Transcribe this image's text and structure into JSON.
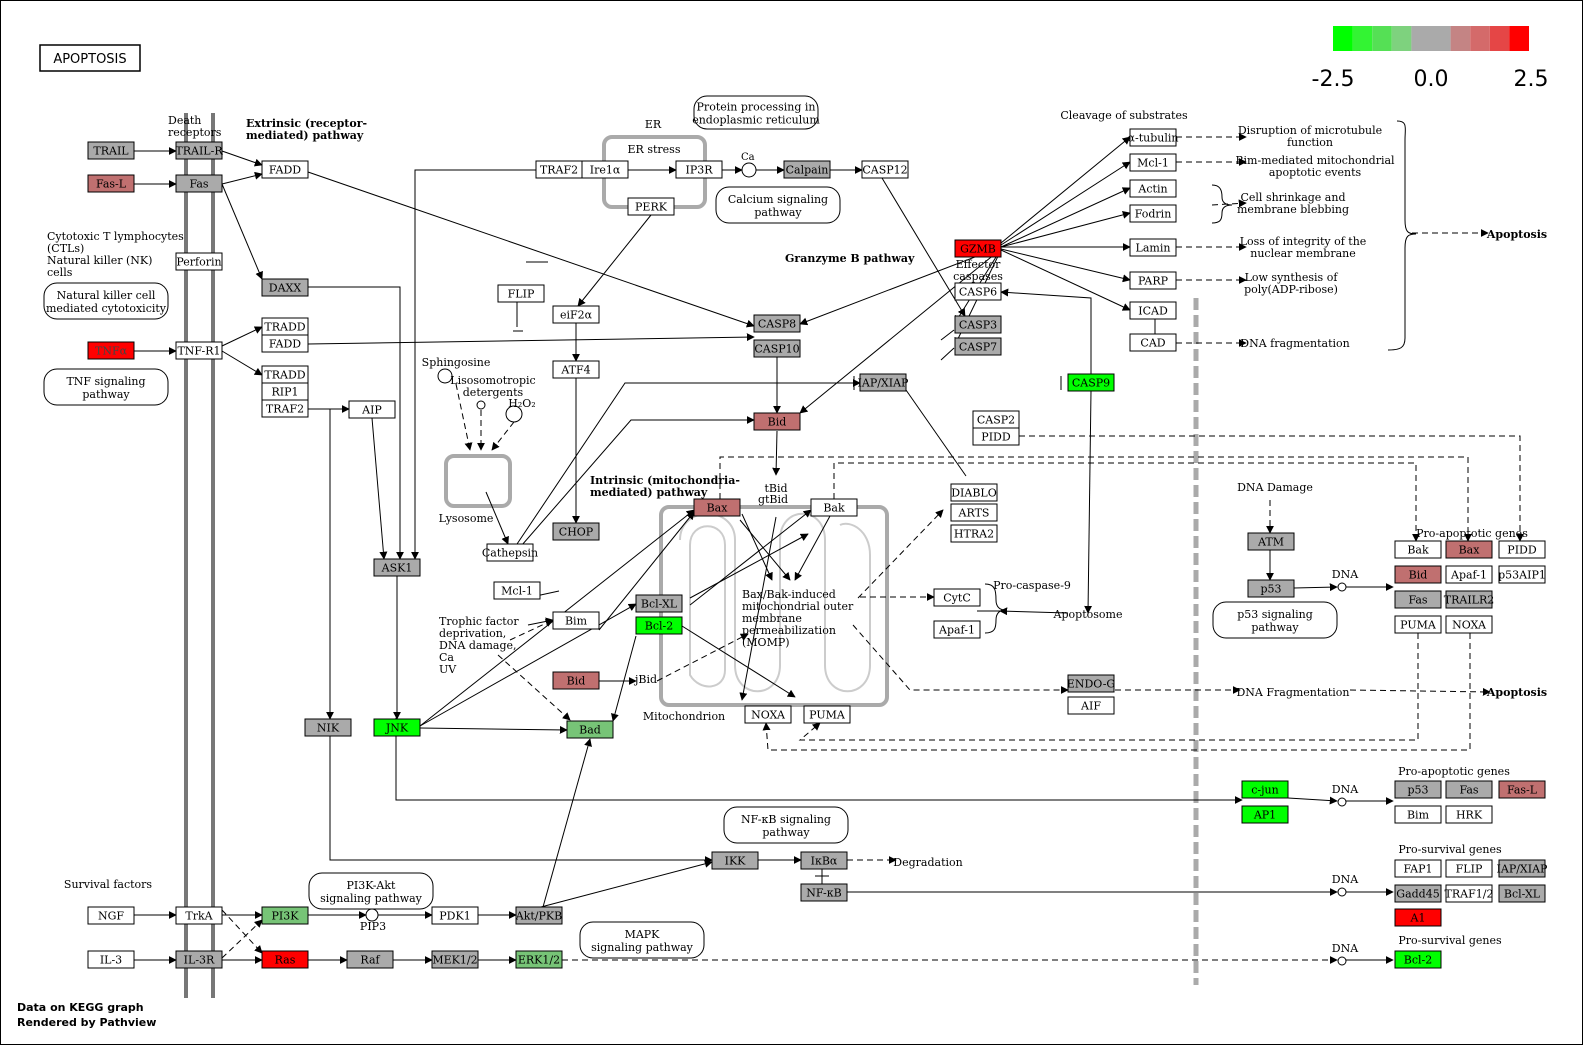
{
  "title": "APOPTOSIS",
  "legend": {
    "ticks": [
      "-2.5",
      "0.0",
      "2.5"
    ],
    "colors": [
      "#00ff00",
      "#33f433",
      "#55e055",
      "#7ed27e",
      "#aaaaaa",
      "#aaaaaa",
      "#c48484",
      "#d46a6a",
      "#e54646",
      "#ff0000"
    ]
  },
  "colors": {
    "up_strong": "#ff0000",
    "up": "#c07070",
    "down_strong": "#00ff00",
    "down": "#77c477",
    "neutral": "#aaaaaa",
    "none": "#ffffff"
  },
  "footer": {
    "line1": "Data on KEGG graph",
    "line2": "Rendered by Pathview"
  },
  "pathway_links": [
    {
      "key": "protein_processing",
      "text": [
        "Protein processing in",
        "endoplasmic reticulum"
      ]
    },
    {
      "key": "calcium",
      "text": [
        "Calcium signaling",
        "pathway"
      ]
    },
    {
      "key": "nk",
      "text": [
        "Natural killer cell",
        "mediated cytotoxicity"
      ]
    },
    {
      "key": "tnf",
      "text": [
        "TNF signaling",
        "pathway"
      ]
    },
    {
      "key": "p53sig",
      "text": [
        "p53 signaling",
        "pathway"
      ]
    },
    {
      "key": "nfkb",
      "text": [
        "NF-κB signaling",
        "pathway"
      ]
    },
    {
      "key": "pi3k",
      "text": [
        "PI3K-Akt",
        "signaling pathway"
      ]
    },
    {
      "key": "mapk",
      "text": [
        "MAPK",
        "signaling pathway"
      ]
    }
  ],
  "labels": [
    {
      "key": "death_receptors",
      "text": [
        "Death",
        "receptors"
      ]
    },
    {
      "key": "extrinsic",
      "text": [
        "Extrinsic (receptor-",
        "mediated) pathway"
      ]
    },
    {
      "key": "ctl",
      "text": [
        "Cytotoxic T lymphocytes",
        "(CTLs)"
      ]
    },
    {
      "key": "nkc",
      "text": [
        "Natural killer (NK)",
        "cells"
      ]
    },
    {
      "key": "er",
      "text": [
        "ER"
      ]
    },
    {
      "key": "er_stress",
      "text": [
        "ER stress"
      ]
    },
    {
      "key": "ca",
      "text": [
        "Ca"
      ]
    },
    {
      "key": "granzyme",
      "text": [
        "Granzyme B pathway"
      ]
    },
    {
      "key": "effector",
      "text": [
        "Effector",
        "caspases"
      ]
    },
    {
      "key": "cleavage",
      "text": [
        "Cleavage of substrates"
      ]
    },
    {
      "key": "disruption",
      "text": [
        "Disruption of microtubule",
        "function"
      ]
    },
    {
      "key": "bim_med",
      "text": [
        "Bim-mediated mitochondrial",
        "apoptotic events"
      ]
    },
    {
      "key": "shrink",
      "text": [
        "Cell shrinkage and",
        "membrane blebbing"
      ]
    },
    {
      "key": "loss",
      "text": [
        "Loss of integrity of the",
        "nuclear membrane"
      ]
    },
    {
      "key": "lowsyn",
      "text": [
        "Low synthesis of",
        "poly(ADP-ribose)"
      ]
    },
    {
      "key": "dnafrag",
      "text": [
        "DNA fragmentation"
      ]
    },
    {
      "key": "apoptosis1",
      "text": [
        "Apoptosis"
      ]
    },
    {
      "key": "sphingosine",
      "text": [
        "Sphingosine"
      ]
    },
    {
      "key": "lysoso",
      "text": [
        "Lisosomotropic",
        "detergents"
      ]
    },
    {
      "key": "h2o2",
      "text": [
        "H₂O₂"
      ]
    },
    {
      "key": "lysosome",
      "text": [
        "Lysosome"
      ]
    },
    {
      "key": "intrinsic",
      "text": [
        "Intrinsic (mitochondria-",
        "mediated) pathway"
      ]
    },
    {
      "key": "tbid",
      "text": [
        "tBid"
      ]
    },
    {
      "key": "gtbid",
      "text": [
        "gtBid"
      ]
    },
    {
      "key": "trophic",
      "text": [
        "Trophic factor",
        "deprivation,",
        "DNA damage,",
        "Ca",
        "UV"
      ]
    },
    {
      "key": "momp",
      "text": [
        "Bax/Bak-induced",
        "mitochondrial outer",
        "membrane",
        "permeabilization",
        "(MOMP)"
      ]
    },
    {
      "key": "mitochondrion",
      "text": [
        "Mitochondrion"
      ]
    },
    {
      "key": "procasp9",
      "text": [
        "Pro-caspase-9"
      ]
    },
    {
      "key": "apoptosome",
      "text": [
        "Apoptosome"
      ]
    },
    {
      "key": "dnafrag2",
      "text": [
        "DNA Fragmentation"
      ]
    },
    {
      "key": "apoptosis2",
      "text": [
        "Apoptosis"
      ]
    },
    {
      "key": "dnadamage",
      "text": [
        "DNA Damage"
      ]
    },
    {
      "key": "proapo1",
      "text": [
        "Pro-apoptotic genes"
      ]
    },
    {
      "key": "proapo2",
      "text": [
        "Pro-apoptotic genes"
      ]
    },
    {
      "key": "prosurv1",
      "text": [
        "Pro-survival genes"
      ]
    },
    {
      "key": "prosurv2",
      "text": [
        "Pro-survival genes"
      ]
    },
    {
      "key": "dna1",
      "text": [
        "DNA"
      ]
    },
    {
      "key": "dna2",
      "text": [
        "DNA"
      ]
    },
    {
      "key": "dna3",
      "text": [
        "DNA"
      ]
    },
    {
      "key": "dna4",
      "text": [
        "DNA"
      ]
    },
    {
      "key": "degradation",
      "text": [
        "Degradation"
      ]
    },
    {
      "key": "survival",
      "text": [
        "Survival factors"
      ]
    },
    {
      "key": "pip3",
      "text": [
        "PIP3"
      ]
    },
    {
      "key": "jbid",
      "text": [
        "jBid"
      ]
    }
  ],
  "nodes": [
    {
      "id": "TRAIL",
      "text": "TRAIL",
      "fill": "#aaaaaa"
    },
    {
      "id": "TRAIL-R",
      "text": "TRAIL-R",
      "fill": "#aaaaaa"
    },
    {
      "id": "Fas-L",
      "text": "Fas-L",
      "fill": "#c07070"
    },
    {
      "id": "Fas",
      "text": "Fas",
      "fill": "#aaaaaa"
    },
    {
      "id": "FADD1",
      "text": "FADD",
      "fill": "#ffffff"
    },
    {
      "id": "Perforin",
      "text": "Perforin",
      "fill": "#ffffff"
    },
    {
      "id": "DAXX",
      "text": "DAXX",
      "fill": "#aaaaaa"
    },
    {
      "id": "TNFa",
      "text": "TNFα",
      "fill": "#ff0000"
    },
    {
      "id": "TNF-R1",
      "text": "TNF-R1",
      "fill": "#ffffff"
    },
    {
      "id": "TRADD1",
      "text": "TRADD",
      "fill": "#ffffff"
    },
    {
      "id": "FADD2",
      "text": "FADD",
      "fill": "#ffffff"
    },
    {
      "id": "TRADD2",
      "text": "TRADD",
      "fill": "#ffffff"
    },
    {
      "id": "RIP1",
      "text": "RIP1",
      "fill": "#ffffff"
    },
    {
      "id": "TRAF2a",
      "text": "TRAF2",
      "fill": "#ffffff"
    },
    {
      "id": "AIP",
      "text": "AIP",
      "fill": "#ffffff"
    },
    {
      "id": "TRAF2b",
      "text": "TRAF2",
      "fill": "#ffffff"
    },
    {
      "id": "Ire1a",
      "text": "Ire1α",
      "fill": "#ffffff"
    },
    {
      "id": "IP3R",
      "text": "IP3R",
      "fill": "#ffffff"
    },
    {
      "id": "PERK",
      "text": "PERK",
      "fill": "#ffffff"
    },
    {
      "id": "Calpain",
      "text": "Calpain",
      "fill": "#aaaaaa"
    },
    {
      "id": "CASP12",
      "text": "CASP12",
      "fill": "#ffffff"
    },
    {
      "id": "FLIP",
      "text": "FLIP",
      "fill": "#ffffff"
    },
    {
      "id": "eIF2a",
      "text": "eiF2α",
      "fill": "#ffffff"
    },
    {
      "id": "ATF4",
      "text": "ATF4",
      "fill": "#ffffff"
    },
    {
      "id": "CHOP",
      "text": "CHOP",
      "fill": "#aaaaaa"
    },
    {
      "id": "Cathepsin",
      "text": "Cathepsin",
      "fill": "#ffffff"
    },
    {
      "id": "Mcl-1a",
      "text": "Mcl-1",
      "fill": "#ffffff"
    },
    {
      "id": "Bim",
      "text": "Bim",
      "fill": "#ffffff"
    },
    {
      "id": "ASK1",
      "text": "ASK1",
      "fill": "#aaaaaa"
    },
    {
      "id": "CASP8",
      "text": "CASP8",
      "fill": "#aaaaaa"
    },
    {
      "id": "CASP10",
      "text": "CASP10",
      "fill": "#aaaaaa"
    },
    {
      "id": "GZMB",
      "text": "GZMB",
      "fill": "#ff0000"
    },
    {
      "id": "CASP6",
      "text": "CASP6",
      "fill": "#ffffff"
    },
    {
      "id": "CASP3",
      "text": "CASP3",
      "fill": "#aaaaaa"
    },
    {
      "id": "CASP7",
      "text": "CASP7",
      "fill": "#aaaaaa"
    },
    {
      "id": "IAP",
      "text": "IAP/XIAP",
      "fill": "#aaaaaa"
    },
    {
      "id": "CASP9",
      "text": "CASP9",
      "fill": "#00ff00"
    },
    {
      "id": "Bid1",
      "text": "Bid",
      "fill": "#c07070"
    },
    {
      "id": "CASP2",
      "text": "CASP2",
      "fill": "#ffffff"
    },
    {
      "id": "PIDD1",
      "text": "PIDD",
      "fill": "#ffffff"
    },
    {
      "id": "Bax1",
      "text": "Bax",
      "fill": "#c07070"
    },
    {
      "id": "Bak1",
      "text": "Bak",
      "fill": "#ffffff"
    },
    {
      "id": "DIABLO",
      "text": "DIABLO",
      "fill": "#ffffff"
    },
    {
      "id": "ARTS",
      "text": "ARTS",
      "fill": "#ffffff"
    },
    {
      "id": "HTRA2",
      "text": "HTRA2",
      "fill": "#ffffff"
    },
    {
      "id": "BclXL1",
      "text": "Bcl-XL",
      "fill": "#aaaaaa"
    },
    {
      "id": "Bcl2a",
      "text": "Bcl-2",
      "fill": "#00ff00"
    },
    {
      "id": "CytC",
      "text": "CytC",
      "fill": "#ffffff"
    },
    {
      "id": "Apaf1a",
      "text": "Apaf-1",
      "fill": "#ffffff"
    },
    {
      "id": "Bid2",
      "text": "Bid",
      "fill": "#c07070"
    },
    {
      "id": "NOXA1",
      "text": "NOXA",
      "fill": "#ffffff"
    },
    {
      "id": "PUMA1",
      "text": "PUMA",
      "fill": "#ffffff"
    },
    {
      "id": "ENDOG",
      "text": "ENDO-G",
      "fill": "#aaaaaa"
    },
    {
      "id": "AIF",
      "text": "AIF",
      "fill": "#ffffff"
    },
    {
      "id": "NIK",
      "text": "NIK",
      "fill": "#aaaaaa"
    },
    {
      "id": "JNK",
      "text": "JNK",
      "fill": "#00ff00"
    },
    {
      "id": "Bad",
      "text": "Bad",
      "fill": "#77c477"
    },
    {
      "id": "atub",
      "text": "α-tubulin",
      "fill": "#ffffff"
    },
    {
      "id": "Mcl-1b",
      "text": "Mcl-1",
      "fill": "#ffffff"
    },
    {
      "id": "Actin",
      "text": "Actin",
      "fill": "#ffffff"
    },
    {
      "id": "Fodrin",
      "text": "Fodrin",
      "fill": "#ffffff"
    },
    {
      "id": "Lamin",
      "text": "Lamin",
      "fill": "#ffffff"
    },
    {
      "id": "PARP",
      "text": "PARP",
      "fill": "#ffffff"
    },
    {
      "id": "ICAD",
      "text": "ICAD",
      "fill": "#ffffff"
    },
    {
      "id": "CAD",
      "text": "CAD",
      "fill": "#ffffff"
    },
    {
      "id": "ATM",
      "text": "ATM",
      "fill": "#aaaaaa"
    },
    {
      "id": "p53a",
      "text": "p53",
      "fill": "#aaaaaa"
    },
    {
      "id": "Bak2",
      "text": "Bak",
      "fill": "#ffffff"
    },
    {
      "id": "Bax2",
      "text": "Bax",
      "fill": "#c07070"
    },
    {
      "id": "PIDD2",
      "text": "PIDD",
      "fill": "#ffffff"
    },
    {
      "id": "Bid3",
      "text": "Bid",
      "fill": "#c07070"
    },
    {
      "id": "Apaf1b",
      "text": "Apaf-1",
      "fill": "#ffffff"
    },
    {
      "id": "p53AIP1",
      "text": "p53AIP1",
      "fill": "#ffffff"
    },
    {
      "id": "Fas2",
      "text": "Fas",
      "fill": "#aaaaaa"
    },
    {
      "id": "TRAILR2",
      "text": "TRAILR2",
      "fill": "#aaaaaa"
    },
    {
      "id": "PUMA2",
      "text": "PUMA",
      "fill": "#ffffff"
    },
    {
      "id": "NOXA2",
      "text": "NOXA",
      "fill": "#ffffff"
    },
    {
      "id": "cjun",
      "text": "c-jun",
      "fill": "#00ff00"
    },
    {
      "id": "AP1",
      "text": "AP1",
      "fill": "#00ff00"
    },
    {
      "id": "p53b",
      "text": "p53",
      "fill": "#aaaaaa"
    },
    {
      "id": "Fas3",
      "text": "Fas",
      "fill": "#aaaaaa"
    },
    {
      "id": "FasL2",
      "text": "Fas-L",
      "fill": "#c07070"
    },
    {
      "id": "Bim2",
      "text": "Bim",
      "fill": "#ffffff"
    },
    {
      "id": "HRK",
      "text": "HRK",
      "fill": "#ffffff"
    },
    {
      "id": "FAP1",
      "text": "FAP1",
      "fill": "#ffffff"
    },
    {
      "id": "FLIP2",
      "text": "FLIP",
      "fill": "#ffffff"
    },
    {
      "id": "IAP2",
      "text": "IAP/XIAP",
      "fill": "#aaaaaa"
    },
    {
      "id": "Gadd45",
      "text": "Gadd45",
      "fill": "#aaaaaa"
    },
    {
      "id": "TRAF12",
      "text": "TRAF1/2",
      "fill": "#ffffff"
    },
    {
      "id": "BclXL2",
      "text": "Bcl-XL",
      "fill": "#aaaaaa"
    },
    {
      "id": "A1",
      "text": "A1",
      "fill": "#ff0000"
    },
    {
      "id": "Bcl2b",
      "text": "Bcl-2",
      "fill": "#00ff00"
    },
    {
      "id": "IKK",
      "text": "IKK",
      "fill": "#aaaaaa"
    },
    {
      "id": "IkBa",
      "text": "IκBα",
      "fill": "#aaaaaa"
    },
    {
      "id": "NFkB",
      "text": "NF-κB",
      "fill": "#aaaaaa"
    },
    {
      "id": "NGF",
      "text": "NGF",
      "fill": "#ffffff"
    },
    {
      "id": "TrkA",
      "text": "TrkA",
      "fill": "#ffffff"
    },
    {
      "id": "PI3K",
      "text": "PI3K",
      "fill": "#77c477"
    },
    {
      "id": "PDK1",
      "text": "PDK1",
      "fill": "#ffffff"
    },
    {
      "id": "AktPKB",
      "text": "Akt/PKB",
      "fill": "#aaaaaa"
    },
    {
      "id": "IL-3",
      "text": "IL-3",
      "fill": "#ffffff"
    },
    {
      "id": "IL-3R",
      "text": "IL-3R",
      "fill": "#aaaaaa"
    },
    {
      "id": "Ras",
      "text": "Ras",
      "fill": "#ff0000"
    },
    {
      "id": "Raf",
      "text": "Raf",
      "fill": "#aaaaaa"
    },
    {
      "id": "MEK12",
      "text": "MEK1/2",
      "fill": "#aaaaaa"
    },
    {
      "id": "ERK12",
      "text": "ERK1/2",
      "fill": "#77c477"
    }
  ]
}
